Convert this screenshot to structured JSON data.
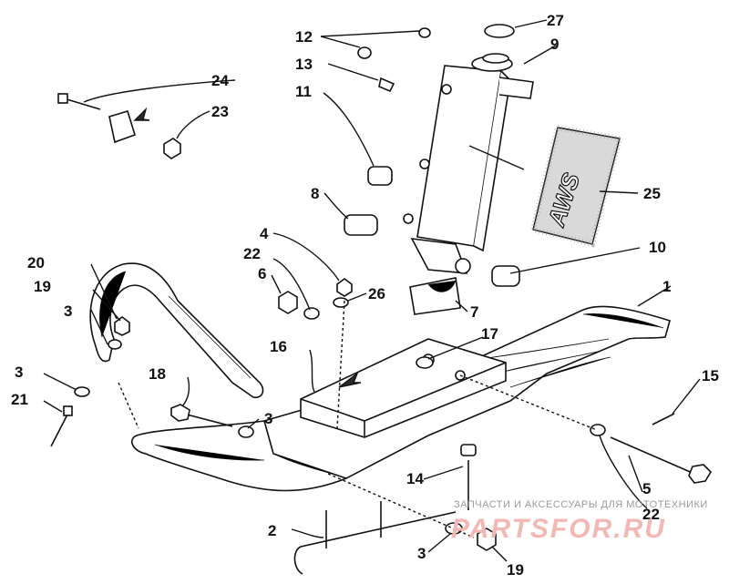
{
  "diagram": {
    "callouts": [
      "1",
      "2",
      "3",
      "3",
      "3",
      "3",
      "4",
      "5",
      "6",
      "7",
      "8",
      "9",
      "10",
      "11",
      "12",
      "13",
      "14",
      "15",
      "16",
      "17",
      "18",
      "19",
      "19",
      "20",
      "21",
      "22",
      "22",
      "23",
      "24",
      "25",
      "26",
      "27"
    ],
    "decal_text": "AWS"
  },
  "watermark": {
    "caption": "ЗАПЧАСТИ И АКСЕССУАРЫ ДЛЯ МОТОТЕХНИКИ",
    "logo": "PARTSFOR.RU"
  }
}
